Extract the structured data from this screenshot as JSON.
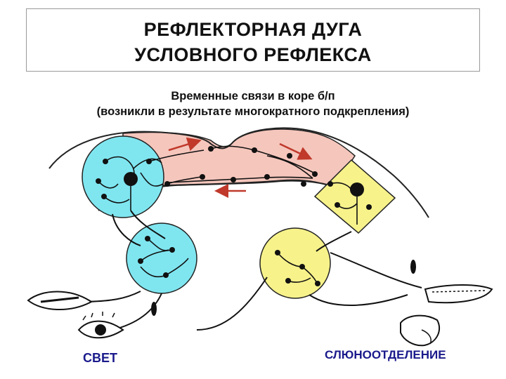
{
  "title": {
    "line1": "РЕФЛЕКТОРНАЯ ДУГА",
    "line2": "УСЛОВНОГО РЕФЛЕКСА"
  },
  "subtitle": {
    "line1": "Временные связи в коре б/п",
    "line2": "(возникли в результате многократного подкрепления)"
  },
  "labels": {
    "stimulus": "СВЕТ",
    "response": "СЛЮНООТДЕЛЕНИЕ"
  },
  "colors": {
    "cortex_pink": "#f5c6bc",
    "visual_center_cyan": "#7fe6f0",
    "food_center_yellow": "#f7f28a",
    "arrow_red": "#c0392b",
    "label_blue": "#1a1a8c"
  },
  "icons": {
    "eye": "eye-icon",
    "mouth": "mouth-icon",
    "gland": "salivary-gland-icon"
  }
}
